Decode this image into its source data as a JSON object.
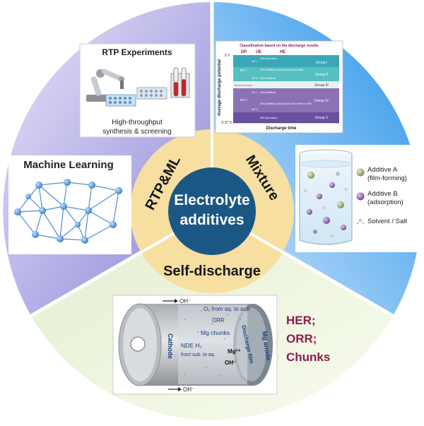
{
  "center": {
    "line1": "Electrolyte",
    "line2": "additives"
  },
  "ring_labels": {
    "rtp_ml": "RTP&ML",
    "mixture": "Mixture",
    "self_discharge": "Self-discharge"
  },
  "rtp_panel": {
    "title": "RTP Experiments",
    "caption_line1": "High-throughput",
    "caption_line2": "synthesis & screening"
  },
  "ml_panel": {
    "title": "Machine Learning"
  },
  "discharge_chart": {
    "title": "Classification based on the discharge results",
    "col_dp": "DP",
    "col_ue": "UE",
    "col_he": "HE",
    "ytop": "0 V",
    "ybottom": "-2.37 V",
    "ylabel": "Average discharge potential",
    "xlabel": "Discharge time",
    "groups": [
      "Group I",
      "Group II",
      "Group III",
      "Group IV",
      "Group V"
    ],
    "ue_labels": [
      "UE I",
      "UE II",
      "UE I",
      "UE II"
    ],
    "dp_labels": [
      "DP I",
      "DP II"
    ],
    "notes": [
      "NDE (promotion)",
      "NDE (inhibition) caused by the chunk effect",
      "NDE (inhibition)",
      "Blank electrolyte",
      "NDE (inhibition)",
      "NDE (inhibition) caused by the chunk effect or ORR",
      "NDE (promotion)"
    ]
  },
  "mixture_panel": {
    "legend_a_line1": "Additive A",
    "legend_a_line2": "(film-forming)",
    "legend_b_line1": "Additive B",
    "legend_b_line2": "(adsorption)",
    "legend_c": "Solvent / Salt",
    "color_a": "#9aa86a",
    "color_b": "#8b5fa8"
  },
  "self_discharge_panel": {
    "oh_top": "OH⁻",
    "oh_bottom": "OH⁻",
    "o2_line": "O₂ from aq. to sub.",
    "orr": "ORR",
    "cathode": "Cathode",
    "mg_chunks": "Mg chunks",
    "nde_h2": "NDE  H₂",
    "from_sub": "from sub. to aq.",
    "mg2": "Mg²⁺",
    "oh": "OH⁻",
    "discharge_film": "Discharge film",
    "mg_anode": "Mg anode"
  },
  "mechanisms": {
    "her": "HER;",
    "orr": "ORR;",
    "chunks": "Chunks",
    "color": "#8e1b4c"
  }
}
